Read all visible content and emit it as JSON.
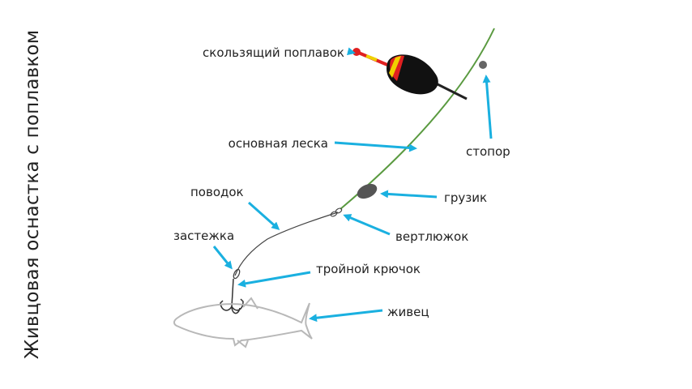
{
  "title": "Живцовая оснастка с поплавком",
  "labels": {
    "float": "скользящий поплавок",
    "main_line": "основная леска",
    "stopper": "стопор",
    "sinker": "грузик",
    "leader": "поводок",
    "swivel": "вертлюжок",
    "clasp": "застежка",
    "treble_hook": "тройной крючок",
    "bait_fish": "живец"
  },
  "colors": {
    "arrow": "#1ab0e0",
    "line": "#5a9a40",
    "float_body": "#111111",
    "float_band_red": "#e02020",
    "float_band_yellow": "#f0d000",
    "float_antenna": "#e02020",
    "sinker": "#555555",
    "fish_outline": "#b8b8b8",
    "text": "#222222"
  }
}
